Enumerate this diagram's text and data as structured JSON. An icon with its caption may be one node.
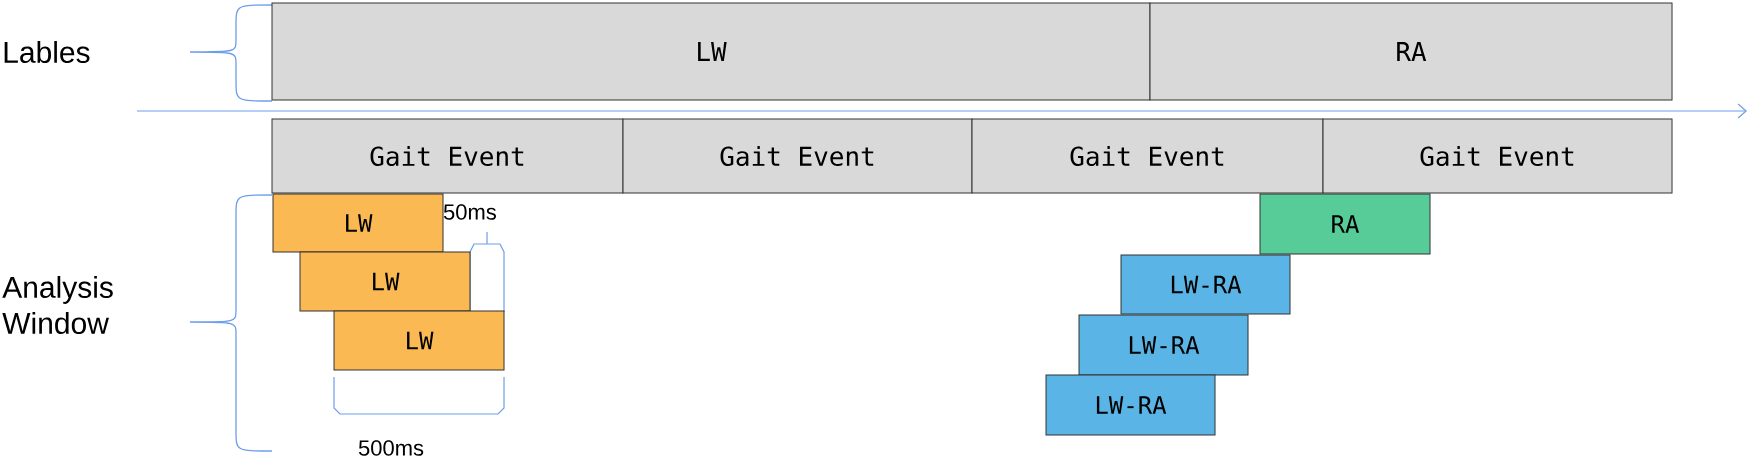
{
  "diagram": {
    "nodes": [
      {
        "text": [
          "LW"
        ]
      },
      {
        "text": [
          "RA"
        ]
      },
      {
        "text": [
          "Gait Event"
        ]
      },
      {
        "text": [
          "Gait Event"
        ]
      },
      {
        "text": [
          "Gait Event"
        ]
      },
      {
        "text": [
          "Gait Event"
        ]
      },
      {
        "text": [
          "LW"
        ]
      },
      {
        "text": [
          "LW"
        ]
      },
      {
        "text": [
          "LW"
        ]
      },
      {
        "text": [
          "RA"
        ]
      },
      {
        "text": [
          "LW-RA"
        ]
      },
      {
        "text": [
          "LW-RA"
        ]
      },
      {
        "text": [
          "LW-RA"
        ]
      }
    ],
    "labels": [
      "Lables",
      "Analysis Window",
      "50ms",
      "500ms"
    ]
  }
}
